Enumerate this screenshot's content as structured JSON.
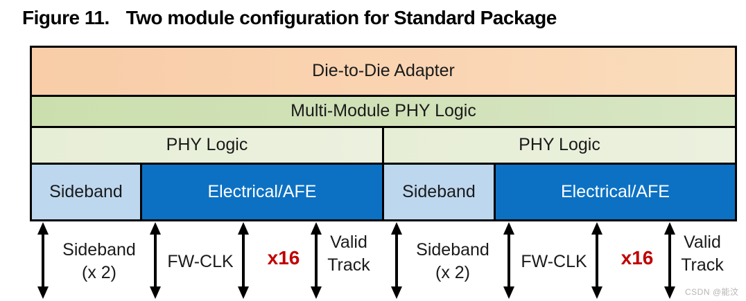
{
  "figure": {
    "label": "Figure 11.",
    "title": "Two module configuration for Standard Package"
  },
  "stack": {
    "adapter": "Die-to-Die Adapter",
    "multi_module_phy": "Multi-Module PHY Logic",
    "modules": [
      {
        "phy": "PHY Logic",
        "sideband": "Sideband",
        "electrical": "Electrical/AFE"
      },
      {
        "phy": "PHY Logic",
        "sideband": "Sideband",
        "electrical": "Electrical/AFE"
      }
    ]
  },
  "signals": [
    {
      "sideband": "Sideband",
      "sideband_count": "(x 2)",
      "fw_clk": "FW-CLK",
      "lane_count": "x16",
      "valid": "Valid",
      "track": "Track"
    },
    {
      "sideband": "Sideband",
      "sideband_count": "(x 2)",
      "fw_clk": "FW-CLK",
      "lane_count": "x16",
      "valid": "Valid",
      "track": "Track"
    }
  ],
  "watermark": "CSDN @能汶",
  "colors": {
    "adapter_fill": "#F9D2B0",
    "multi_module_phy_fill": "#CFE1B5",
    "phy_fill": "#E9EFDB",
    "sideband_fill": "#BDD7EE",
    "electrical_fill": "#0C71C3",
    "electrical_text": "#FFFFFF",
    "lane_count_text": "#C00000",
    "border": "#000000"
  }
}
